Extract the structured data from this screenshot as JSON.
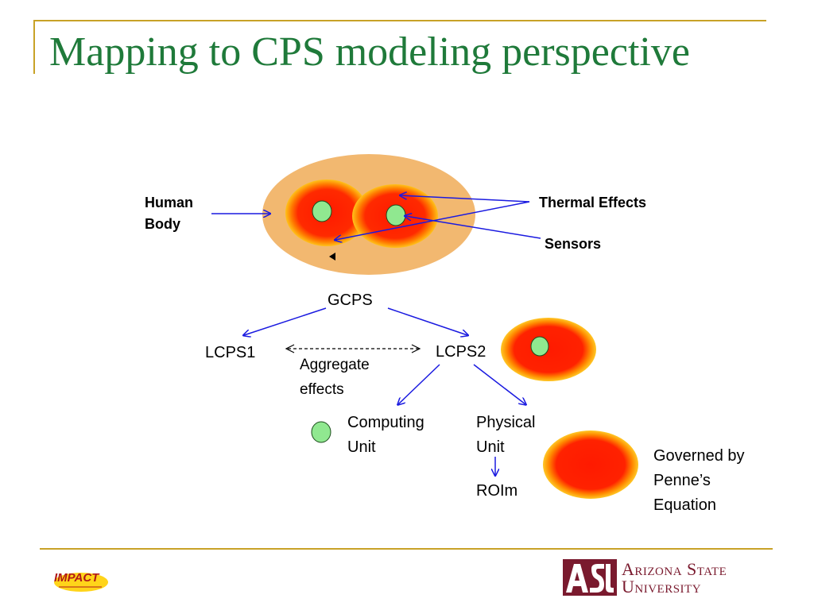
{
  "slide": {
    "title": "Mapping to CPS modeling perspective"
  },
  "labels": {
    "human": "Human",
    "body": "Body",
    "thermal_effects": "Thermal Effects",
    "sensors": "Sensors",
    "gcps": "GCPS",
    "lcps1": "LCPS1",
    "lcps2": "LCPS2",
    "aggregate": "Aggregate",
    "effects": "effects",
    "computing": "Computing",
    "unit": "Unit",
    "physical": "Physical",
    "unit2": "Unit",
    "roim": "ROIm",
    "governed": "Governed by",
    "pennes": "Penne’s",
    "equation": "Equation"
  },
  "footer": {
    "impact_logo": "IMPACT",
    "asu_line1": "Arizona State",
    "asu_line2": "University"
  },
  "colors": {
    "title": "#1f7a3a",
    "rule": "#c8a227",
    "body_fill": "#f2b870",
    "hot_core": "#ff1a00",
    "sensor": "#90e890",
    "arrow": "#1a1ae0",
    "asu_maroon": "#7a1a2e"
  }
}
